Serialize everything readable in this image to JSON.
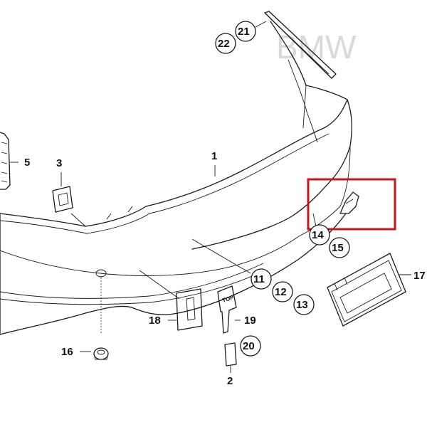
{
  "watermark": "BMW",
  "highlight_color": "#c8161d",
  "part_labels": {
    "p1": "1",
    "p2": "2",
    "p3": "3",
    "p5": "5",
    "p11": "11",
    "p12": "12",
    "p13": "13",
    "p14": "14",
    "p15": "15",
    "p16": "16",
    "p17": "17",
    "p18": "18",
    "p19": "19",
    "p20": "20",
    "p21": "21",
    "p22": "22"
  },
  "plug_text": "TOP"
}
